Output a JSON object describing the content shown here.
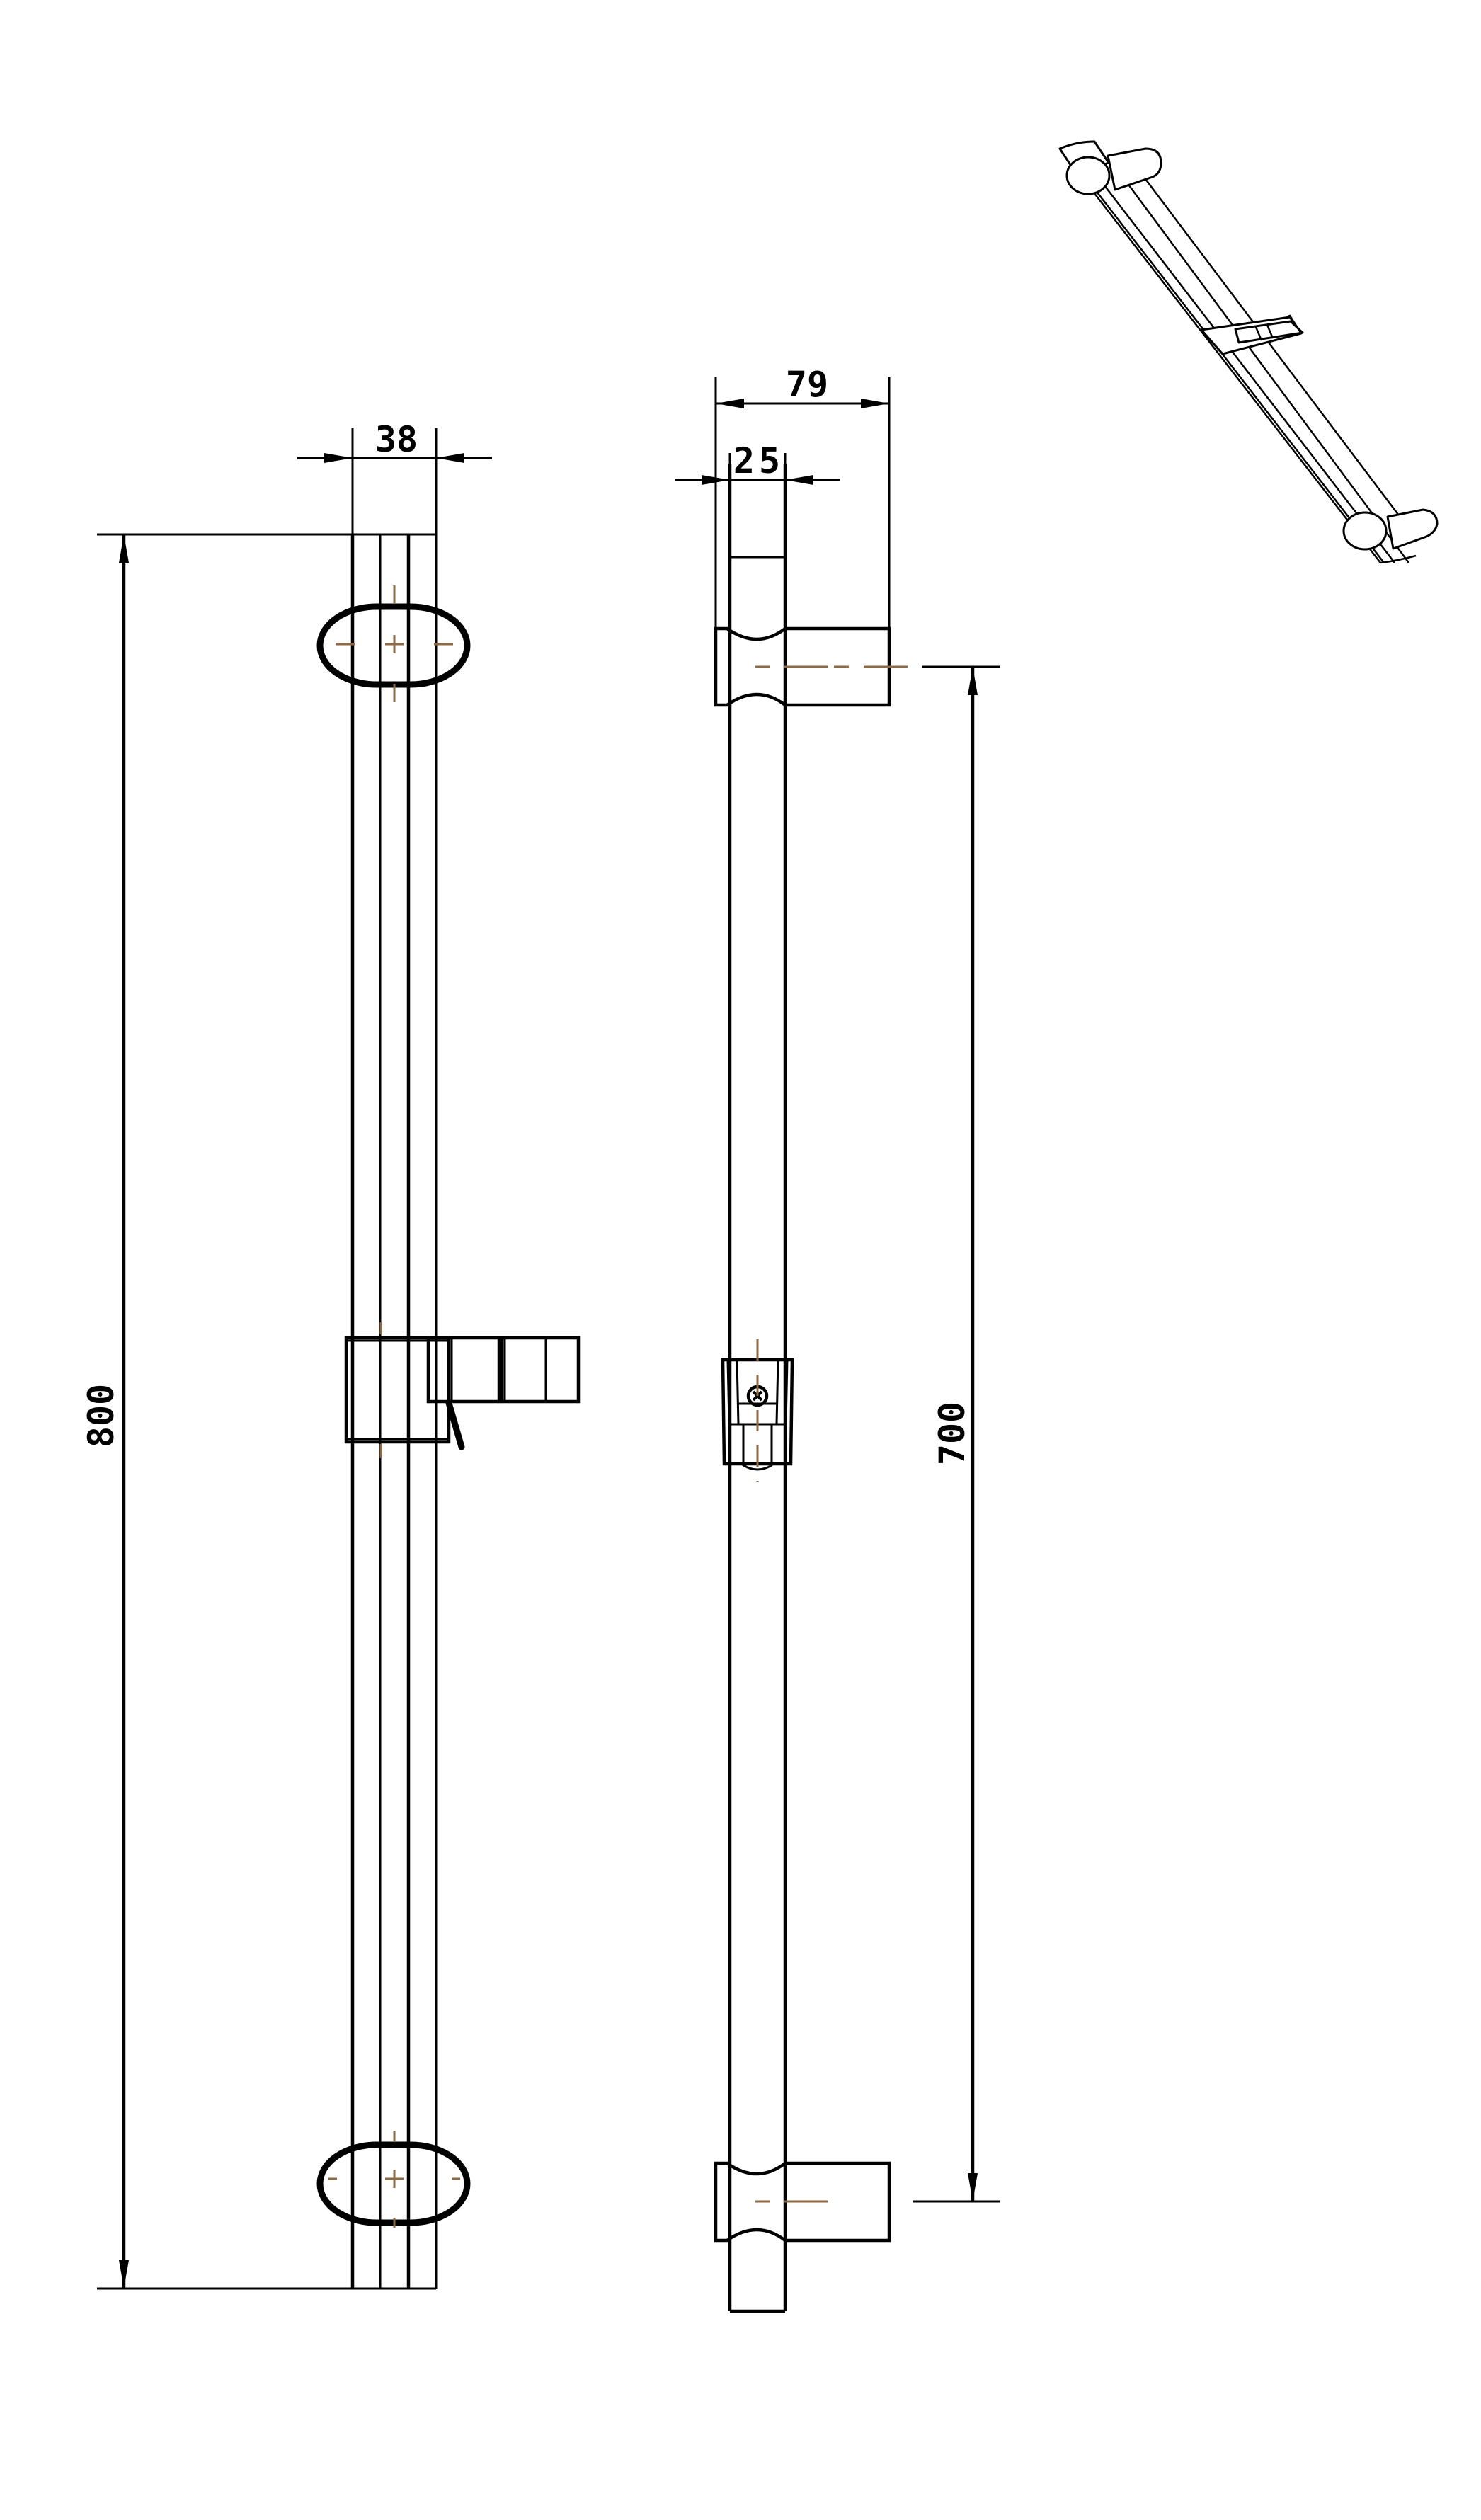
{
  "drawing": {
    "title": "Shower slide rail technical drawing",
    "units": "mm",
    "colors": {
      "line": "#000000",
      "centerline": "#8B6A45",
      "background": "#ffffff"
    },
    "views": [
      {
        "name": "front-view",
        "description": "Front elevation of slide rail with wall brackets and handshower holder"
      },
      {
        "name": "side-view",
        "description": "Side elevation showing bracket projection"
      },
      {
        "name": "isometric-view",
        "description": "3D isometric view of slide rail assembly"
      }
    ]
  },
  "dimensions": {
    "rail_width": {
      "label": "38",
      "value": 38
    },
    "overall_length": {
      "label": "800",
      "value": 800
    },
    "bracket_projection": {
      "label": "79",
      "value": 79
    },
    "rail_depth": {
      "label": "25",
      "value": 25
    },
    "bracket_center_distance": {
      "label": "700",
      "value": 700
    }
  }
}
